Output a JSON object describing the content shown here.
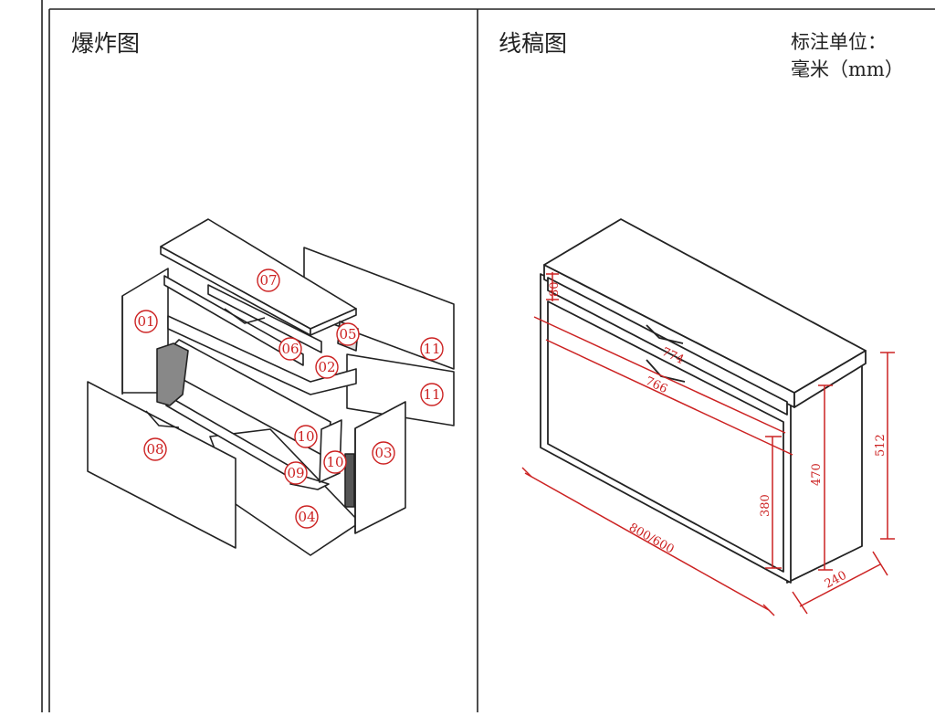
{
  "headers": {
    "left": "爆炸图",
    "middle": "线稿图",
    "unit_line1": "标注单位：",
    "unit_line2": "毫米（mm）"
  },
  "parts": [
    "07",
    "01",
    "06",
    "05",
    "02",
    "11",
    "11",
    "10",
    "03",
    "08",
    "09",
    "10",
    "04"
  ],
  "dimensions": {
    "d80": "80",
    "d774": "774",
    "d766": "766",
    "d800": "800/600",
    "d380": "380",
    "d470": "470",
    "d512": "512",
    "d240": "240"
  },
  "colors": {
    "annotation": "#cc2222",
    "line": "#222222"
  }
}
